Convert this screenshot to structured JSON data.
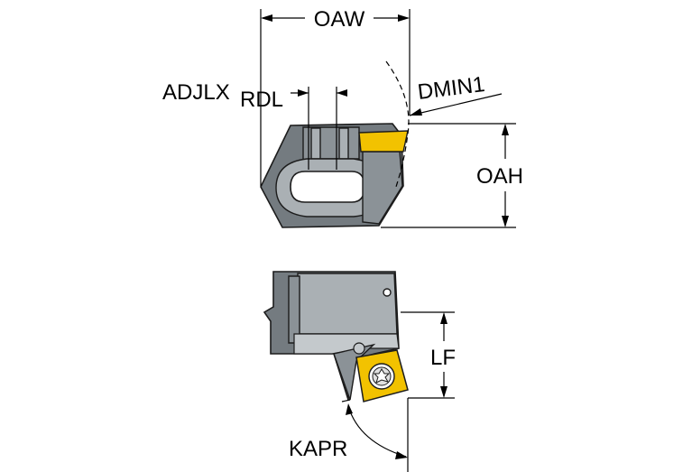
{
  "diagram": {
    "labels": {
      "oaw": "OAW",
      "adjlx": "ADJLX",
      "rdl": "RDL",
      "dmin1": "DMIN1",
      "oah": "OAH",
      "lf": "LF",
      "kapr": "KAPR"
    },
    "colors": {
      "body_dark": "#747b80",
      "body_mid": "#8b9297",
      "body_light": "#aab0b4",
      "insert_yellow": "#f2c200",
      "line": "#000000"
    }
  }
}
